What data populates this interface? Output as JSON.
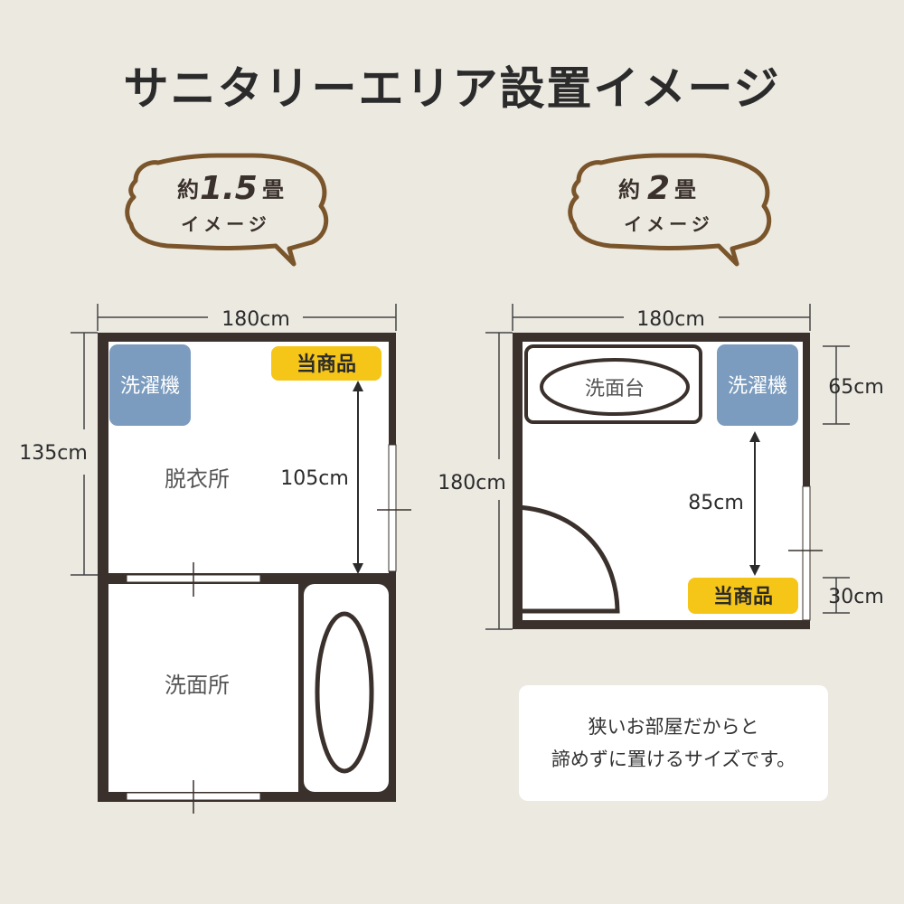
{
  "title": "サニタリーエリア設置イメージ",
  "colors": {
    "background": "#ece9e1",
    "wall": "#3a302c",
    "floor": "#ffffff",
    "washer": "#7b9cbf",
    "product": "#f5c518",
    "bubble": "#7a552b",
    "dimension": "#444444"
  },
  "plan_15": {
    "bubble": {
      "prefix": "約",
      "size": "1.5",
      "unit": "畳",
      "sub": "イメージ"
    },
    "width": "180cm",
    "height": "135cm",
    "washer": "洗濯機",
    "product": "当商品",
    "distance": "105cm",
    "room_changing": "脱衣所",
    "room_wash": "洗面所"
  },
  "plan_2": {
    "bubble": {
      "prefix": "約",
      "size": "2",
      "unit": "畳",
      "sub": "イメージ"
    },
    "width": "180cm",
    "height": "180cm",
    "sink": "洗面台",
    "washer": "洗濯機",
    "product": "当商品",
    "distance": "85cm",
    "dim_top": "65cm",
    "dim_bottom": "30cm"
  },
  "note": {
    "line1": "狭いお部屋だからと",
    "line2": "諦めずに置けるサイズです。"
  }
}
